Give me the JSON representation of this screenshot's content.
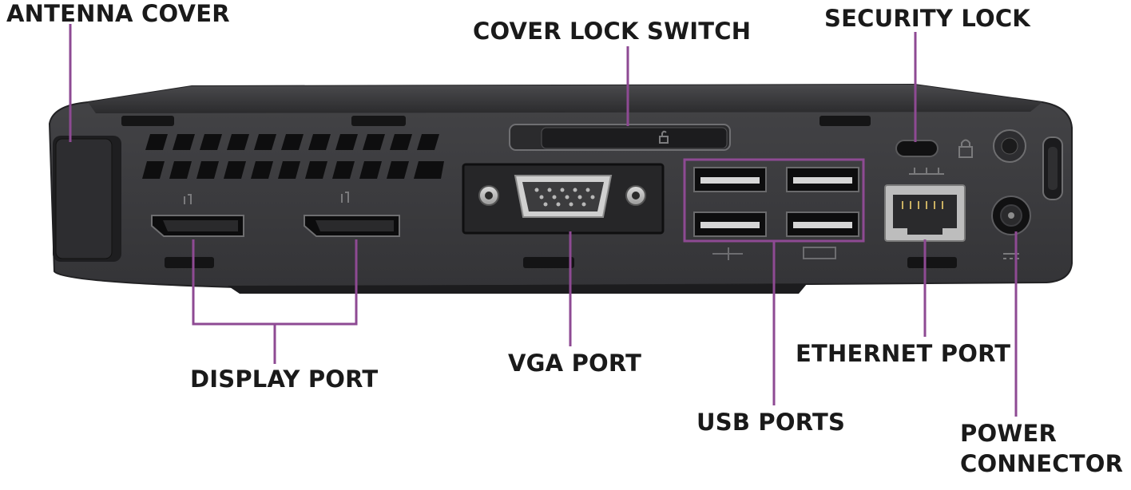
{
  "colors": {
    "leader_line": "#8e4a93",
    "chassis": "#3a3a3c",
    "chassis_edge": "#232325",
    "background": "#ffffff",
    "label_text": "#1a1a1a"
  },
  "labels": {
    "antenna_cover": "ANTENNA COVER",
    "cover_lock_switch": "COVER LOCK SWITCH",
    "security_lock": "SECURITY LOCK",
    "display_port": "DISPLAY PORT",
    "vga_port": "VGA PORT",
    "ethernet_port": "ETHERNET PORT",
    "usb_ports": "USB PORTS",
    "power_connector_line1": "POWER",
    "power_connector_line2": "CONNECTOR"
  },
  "icons": {
    "displayport_symbol": "displayport-symbol-icon",
    "usb_symbol": "usb-symbol-icon",
    "network_symbol": "network-symbol-icon",
    "lock_symbol": "padlock-icon",
    "power_symbol": "dc-power-icon"
  }
}
